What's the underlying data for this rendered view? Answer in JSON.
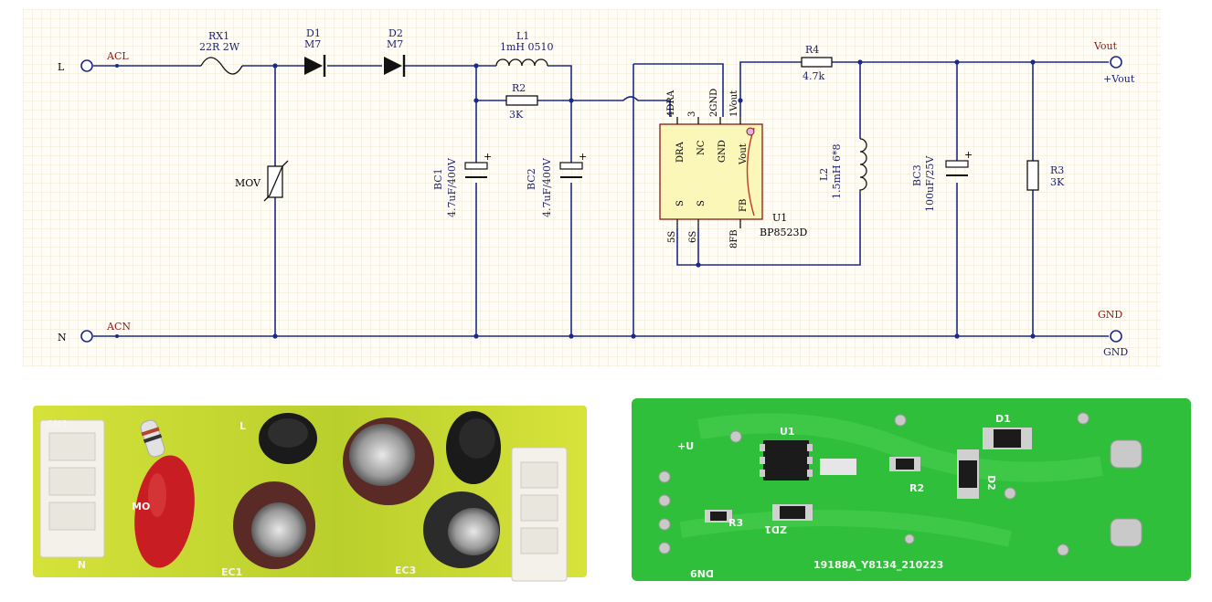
{
  "schematic": {
    "left_terminals": {
      "L": "L",
      "N": "N"
    },
    "nets": {
      "acl": "ACL",
      "acn": "ACN",
      "vout": "Vout",
      "vout_plus": "+Vout",
      "gnd_top": "GND",
      "gnd_bottom": "GND"
    },
    "components": {
      "rx1": {
        "ref": "RX1",
        "value": "22R 2W"
      },
      "d1": {
        "ref": "D1",
        "value": "M7"
      },
      "d2": {
        "ref": "D2",
        "value": "M7"
      },
      "l1": {
        "ref": "L1",
        "value": "1mH  0510"
      },
      "r2": {
        "ref": "R2",
        "value": "3K"
      },
      "mov": {
        "ref": "MOV"
      },
      "bc1": {
        "ref": "BC1",
        "value": "4.7uF/400V"
      },
      "bc2": {
        "ref": "BC2",
        "value": "4.7uF/400V"
      },
      "r4": {
        "ref": "R4",
        "value": "4.7k"
      },
      "l2": {
        "ref": "L2",
        "value": "1.5mH  6*8"
      },
      "bc3": {
        "ref": "BC3",
        "value": "100uF/25V"
      },
      "r3": {
        "ref": "R3",
        "value": "3K"
      },
      "u1": {
        "ref": "U1",
        "value": "BP8523D"
      }
    },
    "ic_pins": {
      "top_outside": [
        "4DRA",
        "3",
        "2GND",
        "1Vout"
      ],
      "top_inside": [
        "DRA",
        "NC",
        "GND",
        "Vout"
      ],
      "bottom_inside": [
        "S",
        "S",
        "FB"
      ],
      "bottom_outside": [
        "5S",
        "6S",
        "8FB"
      ]
    }
  },
  "photo_left": {
    "silkscreen": [
      "CN1",
      "MO",
      "L",
      "EC1",
      "EC3",
      "N"
    ]
  },
  "photo_right": {
    "silkscreen": [
      "+U",
      "U1",
      "D1",
      "R2",
      "D2",
      "R3",
      "ZD1",
      "19188A_Y8134_210223",
      "DN9"
    ]
  },
  "colors": {
    "wire": "#1b2a8a",
    "ic_body": "#fbf7b8",
    "pcb_green": "#2fbf3a",
    "cap_body": "#5a2a26",
    "mov_red": "#c81e23"
  }
}
